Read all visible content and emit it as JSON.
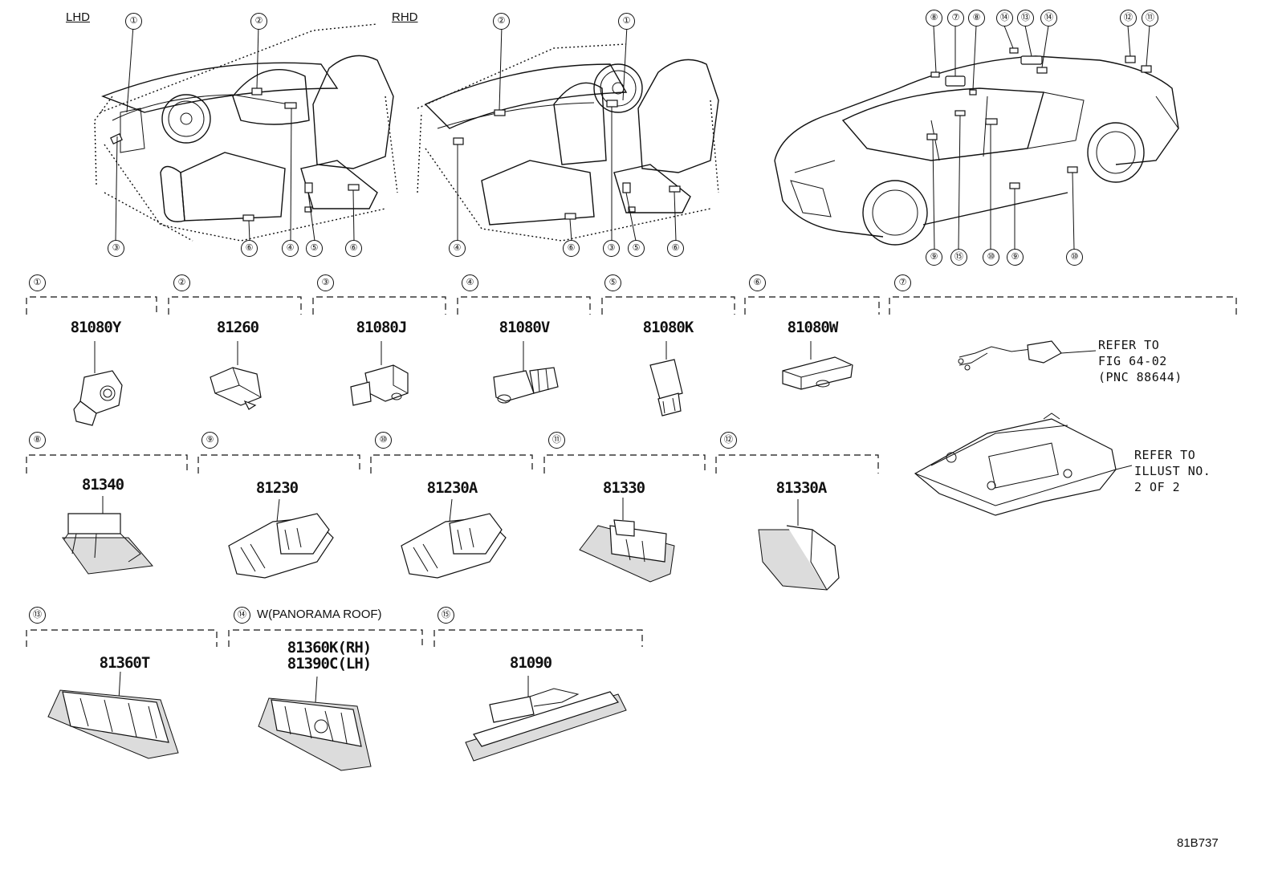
{
  "views": {
    "lhd_label": "LHD",
    "rhd_label": "RHD",
    "lhd_callouts": [
      "①",
      "②",
      "③",
      "④",
      "⑤",
      "⑥",
      "⑥"
    ],
    "rhd_callouts": [
      "②",
      "①",
      "④",
      "⑥",
      "③",
      "⑤",
      "⑥"
    ],
    "car_callouts": [
      "⑧",
      "⑦",
      "⑧",
      "⑭",
      "⑬",
      "⑭",
      "⑫",
      "⑪",
      "⑨",
      "⑮",
      "⑩",
      "⑨",
      "⑩"
    ]
  },
  "groups": [
    {
      "num": "①",
      "part": "81080Y"
    },
    {
      "num": "②",
      "part": "81260"
    },
    {
      "num": "③",
      "part": "81080J"
    },
    {
      "num": "④",
      "part": "81080V"
    },
    {
      "num": "⑤",
      "part": "81080K"
    },
    {
      "num": "⑥",
      "part": "81080W"
    },
    {
      "num": "⑦",
      "ref_fig": "REFER TO\nFIG 64-02\n(PNC 88644)",
      "ref_illus": "REFER TO\nILLUST NO.\n2 OF 2"
    },
    {
      "num": "⑧",
      "part": "81340"
    },
    {
      "num": "⑨",
      "part": "81230"
    },
    {
      "num": "⑩",
      "part": "81230A"
    },
    {
      "num": "⑪",
      "part": "81330"
    },
    {
      "num": "⑫",
      "part": "81330A"
    },
    {
      "num": "⑬",
      "part": "81360T"
    },
    {
      "num": "⑭",
      "note": "W(PANORAMA ROOF)",
      "part_line1": "81360K(RH)",
      "part_line2": "81390C(LH)"
    },
    {
      "num": "⑮",
      "part": "81090"
    }
  ],
  "illustration_code": "81B737"
}
